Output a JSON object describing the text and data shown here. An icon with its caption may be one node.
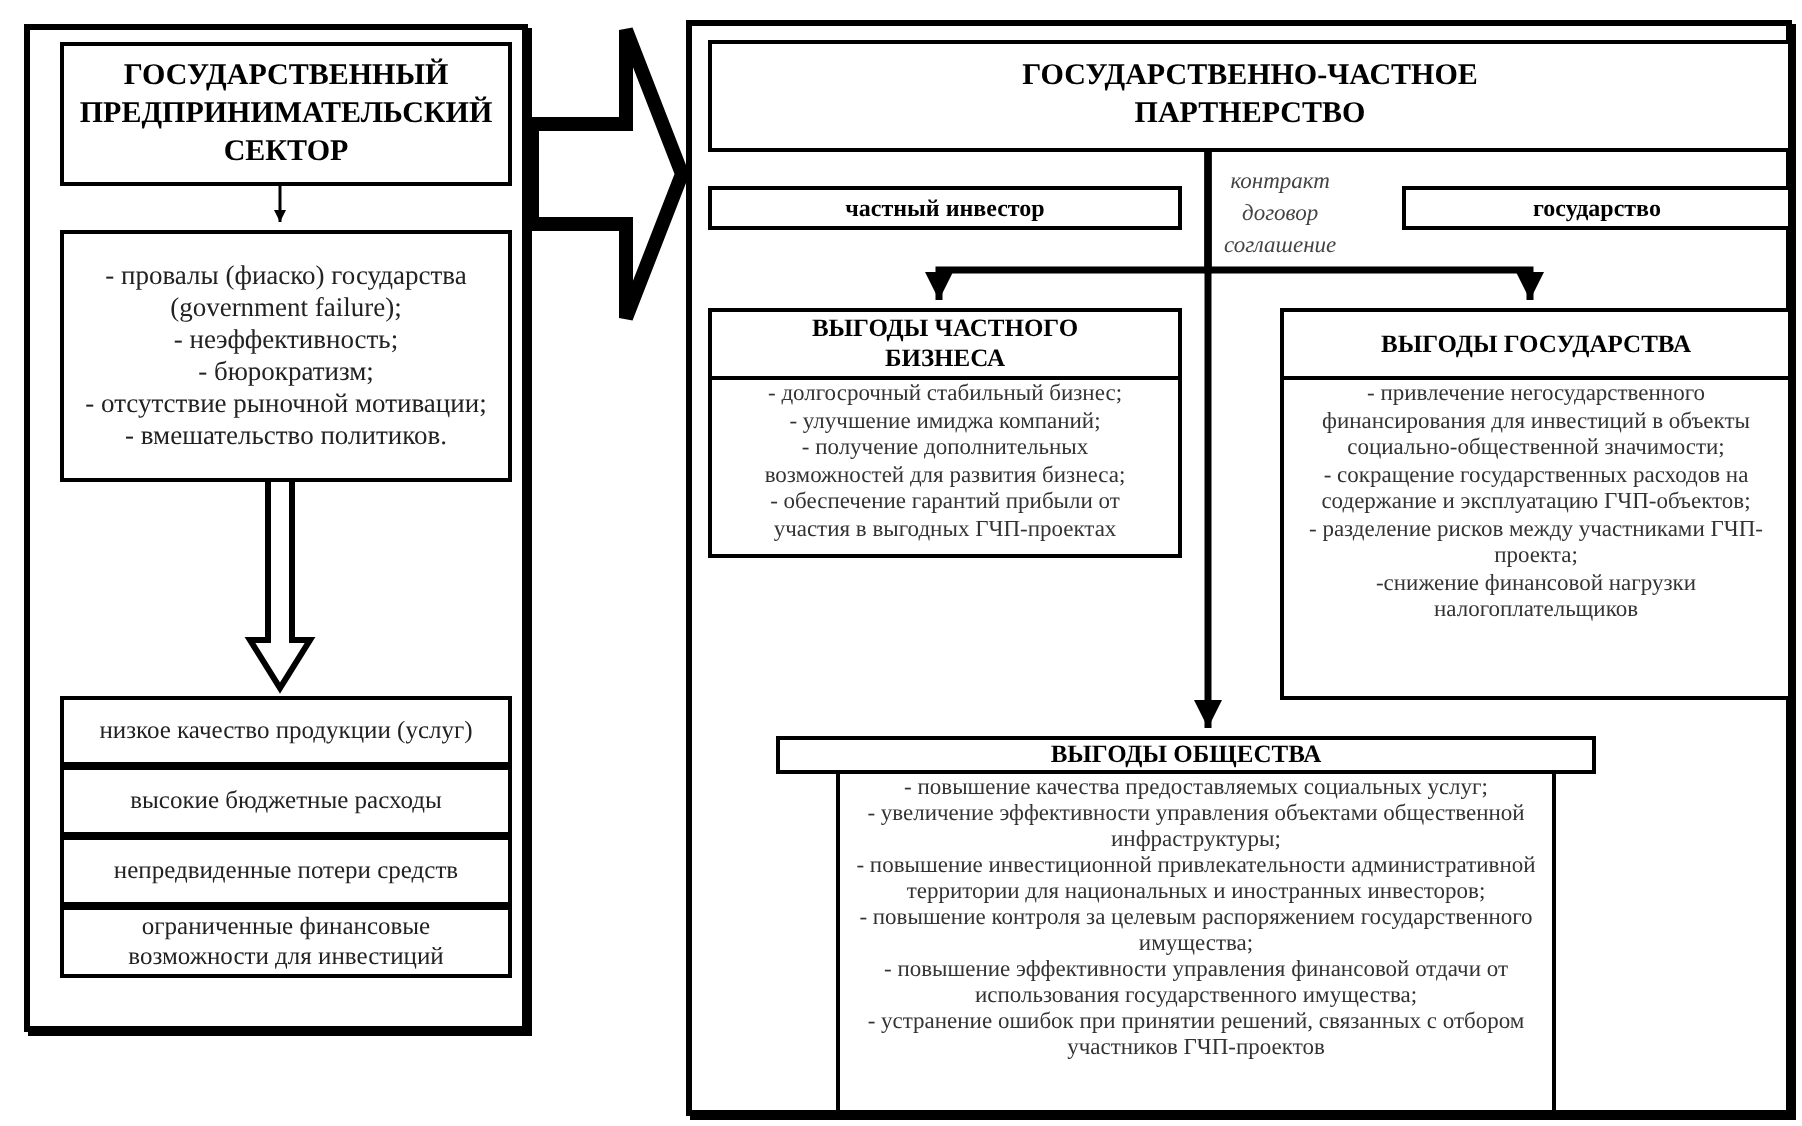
{
  "diagram": {
    "nodes": [
      {
        "text": [],
        "shape": "box"
      },
      {
        "text": [
          "ГОСУДАРСТВЕННЫЙ ПРЕДПРИНИМАТЕЛЬСКИЙ СЕКТОР"
        ],
        "in": 0
      },
      {
        "text": [
          "- провалы (фиаско) государства (government failure);",
          "- неэффективность;",
          "- бюрократизм;",
          "- отсутствие рыночной мотивации;",
          "- вмешательство политиков."
        ],
        "in": 0
      },
      {
        "text": [
          "низкое качество продукции (услуг)"
        ],
        "in": 0
      },
      {
        "text": [
          "высокие бюджетные расходы"
        ],
        "in": 0
      },
      {
        "text": [
          "непредвиденные потери средств"
        ],
        "in": 0
      },
      {
        "text": [
          "ограниченные финансовые возможности для инвестиций"
        ],
        "in": 0
      },
      {
        "text": [],
        "shape": "box"
      },
      {
        "text": [
          "ГОСУДАРСТВЕННО-ЧАСТНОЕ ПАРТНЕРСТВО"
        ],
        "in": 7
      },
      {
        "text": [
          "частный инвестор"
        ],
        "in": 7
      },
      {
        "text": [
          "государство"
        ],
        "in": 7
      },
      {
        "text": [
          "ВЫГОДЫ ЧАСТНОГО БИЗНЕСА",
          "- долгосрочный стабильный бизнес;",
          "- улучшение имиджа компаний;",
          "- получение дополнительных возможностей для развития бизнеса;",
          "- обеспечение гарантий прибыли от участия в выгодных ГЧП-проектах"
        ],
        "in": 7
      },
      {
        "text": [
          "ВЫГОДЫ ГОСУДАРСТВА",
          "- привлечение негосударственного финансирования для инвестиций в объекты социально-общественной значимости;",
          "- сокращение государственных расходов на содержание и эксплуатацию ГЧП-объектов;",
          "- разделение рисков между участниками ГЧП-проекта;",
          "-снижение финансовой нагрузки налогоплательщиков"
        ],
        "in": 7
      },
      {
        "text": [
          "ВЫГОДЫ ОБЩЕСТВА",
          "- повышение качества предоставляемых социальных услуг;",
          "- увеличение эффективности управления объектами общественной инфраструктуры;",
          "- повышение инвестиционной привлекательности административной территории для национальных и иностранных инвесторов;",
          "- повышение контроля за целевым распоряжением государственного имущества;",
          "- повышение эффективности управления финансовой отдачи от использования государственного имущества;",
          "- устранение ошибок при принятии решений, связанных с отбором участников ГЧП-проектов"
        ],
        "in": 7
      }
    ],
    "edges": [
      {
        "from": 1,
        "to": 2,
        "arrow": "to"
      },
      {
        "from": 2,
        "to": 3,
        "arrow": "to",
        "style": "thick"
      },
      {
        "from": 0,
        "to": 7,
        "arrow": "to",
        "style": "thick"
      },
      {
        "from": 8,
        "to": 11,
        "arrow": "to"
      },
      {
        "from": 8,
        "to": 12,
        "arrow": "to"
      },
      {
        "from": 8,
        "to": 13,
        "arrow": "to"
      }
    ],
    "labels": [
      "контракт",
      "договор",
      "соглашение"
    ]
  }
}
